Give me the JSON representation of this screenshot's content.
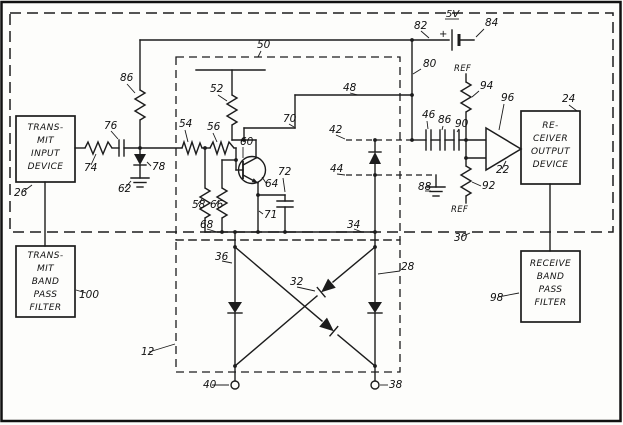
{
  "figure": {
    "kind": "patent-circuit-schematic",
    "line_color": "#1c1c1c",
    "background": "#fdfdfb"
  },
  "boxes": {
    "transmit_input": {
      "lines": [
        "TRANS-",
        "MIT",
        "INPUT",
        "DEVICE"
      ]
    },
    "transmit_band_pass_filter": {
      "lines": [
        "TRANS-",
        "MIT",
        "BAND",
        "PASS",
        "FILTER"
      ]
    },
    "receiver_output": {
      "lines": [
        "RE-",
        "CEIVER",
        "OUTPUT",
        "DEVICE"
      ]
    },
    "receive_band_pass_filter": {
      "lines": [
        "RECEIVE",
        "BAND",
        "PASS",
        "FILTER"
      ]
    }
  },
  "labels": {
    "n12": "12",
    "n22": "22",
    "n24": "24",
    "n26": "26",
    "n28": "28",
    "n30": "30",
    "n32": "32",
    "n34": "34",
    "n36": "36",
    "n38": "38",
    "n40": "40",
    "n42": "42",
    "n44": "44",
    "n46": "46",
    "n48": "48",
    "n50": "50",
    "n52": "52",
    "n54": "54",
    "n56": "56",
    "n58": "58",
    "n60": "60",
    "n62": "62",
    "n64": "64",
    "n66": "66",
    "n68": "68",
    "n70": "70",
    "n71": "71",
    "n72": "72",
    "n74": "74",
    "n76": "76",
    "n78": "78",
    "n80": "80",
    "n82": "82",
    "n84": "84",
    "n86_left": "86",
    "n86_right": "86",
    "n88": "88",
    "n90": "90",
    "n92": "92",
    "n94": "94",
    "n96": "96",
    "n98": "98",
    "n100": "100",
    "supply_voltage": "5V",
    "battery_plus": "+",
    "ref_top": "REF",
    "ref_bottom": "REF"
  }
}
